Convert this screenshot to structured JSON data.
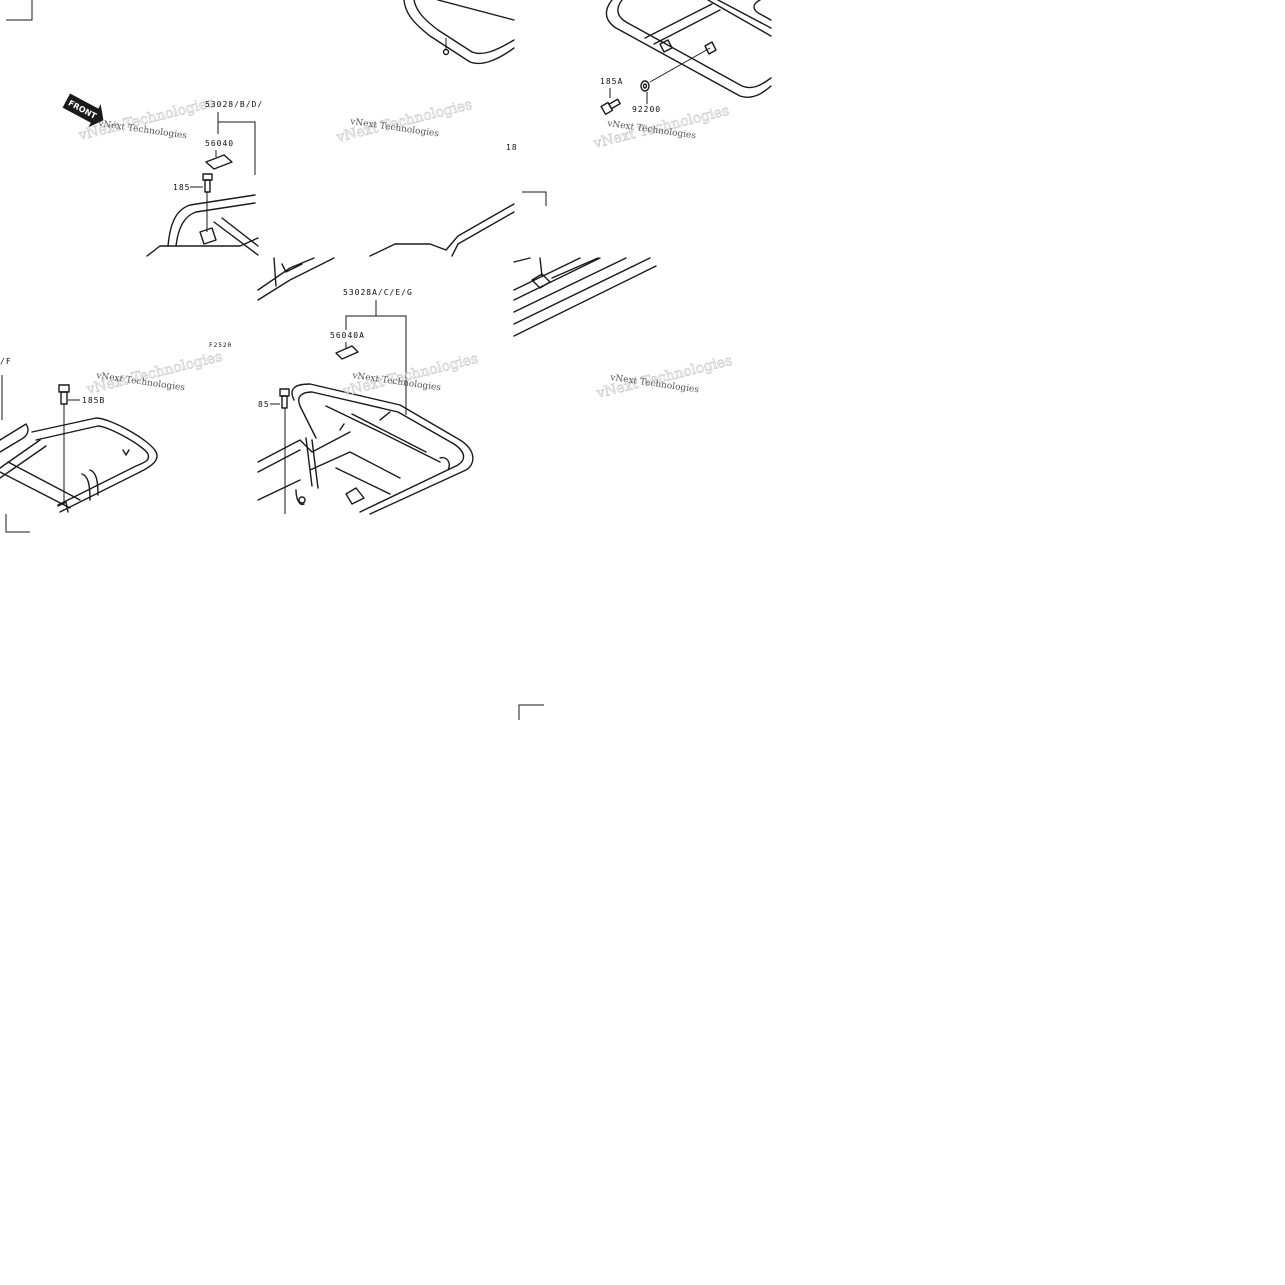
{
  "labels": {
    "part_53028": "53028/B/D/",
    "part_56040": "56040",
    "part_185": "185",
    "part_1858_left": "185B",
    "part_suffix_f": "/F",
    "part_53028a": "53028A/C/E/G",
    "part_56040a": "56040A",
    "part_85": "85",
    "part_185a": "185A",
    "part_92200": "92200",
    "part_fig": "F2520",
    "part_18_cut": "18"
  },
  "front_badge": "FRONT",
  "watermark": {
    "text": "vNext Technologies",
    "ghost_text": "vNext Technologies"
  },
  "icons": {
    "front_arrow": "front-arrow-icon",
    "bolt": "bolt-icon",
    "washer": "washer-icon",
    "decal": "decal-label-icon",
    "rack": "carrier-rack-icon"
  }
}
